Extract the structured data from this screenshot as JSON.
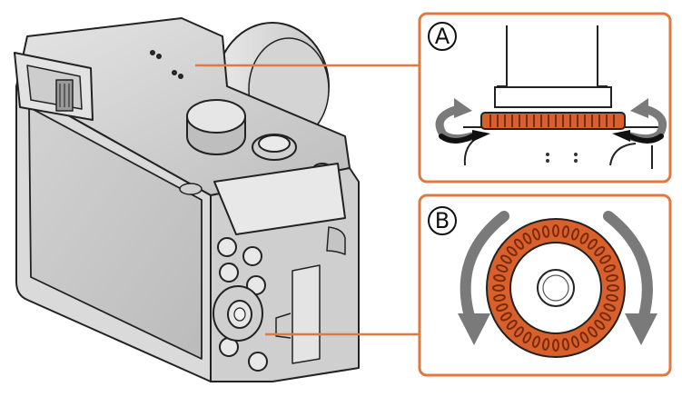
{
  "callouts": [
    {
      "letter": "A",
      "part": "top-control-dial"
    },
    {
      "letter": "B",
      "part": "rear-control-dial"
    }
  ],
  "colors": {
    "accent": "#E0793F",
    "dial_orange": "#D9602A",
    "body_gray": "#D9D9D9",
    "body_dark": "#A9A9A9",
    "arrow_gray": "#7A7A7A",
    "outline": "#222222"
  }
}
